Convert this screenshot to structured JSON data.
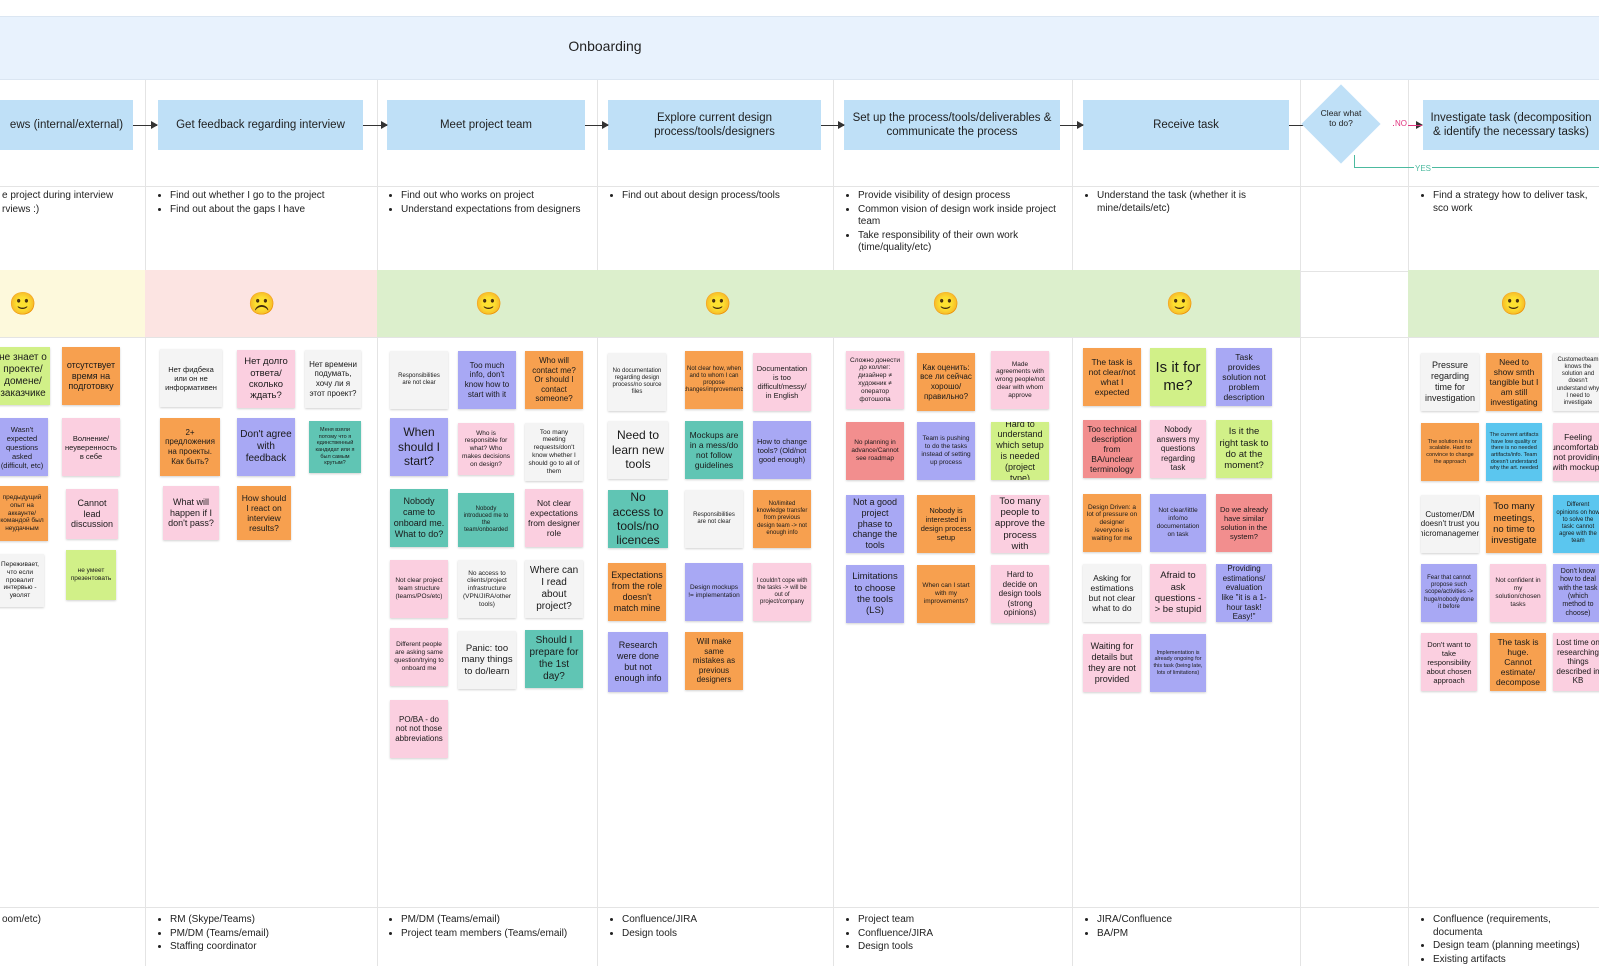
{
  "phase": {
    "title": "Onboarding"
  },
  "decision": {
    "label": "Clear what to do?",
    "no_label": "NO",
    "yes_label": "YES"
  },
  "steps": [
    {
      "label": "ews (internal/external)"
    },
    {
      "label": "Get feedback regarding interview"
    },
    {
      "label": "Meet project team"
    },
    {
      "label": "Explore current design process/tools/designers"
    },
    {
      "label": "Set up the process/tools/deliverables & communicate the process"
    },
    {
      "label": "Receive task"
    },
    {
      "label": "Investigate task (decomposition & identify the necessary tasks)"
    }
  ],
  "goals": [
    [
      "e project during interview",
      "rviews :)"
    ],
    [
      "Find out whether I go to the project",
      "Find out about the gaps I have"
    ],
    [
      "Find out who works on project",
      "Understand expectations from designers"
    ],
    [
      "Find out about design process/tools"
    ],
    [
      "Provide visibility of design process",
      "Common vision of design work inside project team",
      "Take responsibility of their own work (time/quality/etc)"
    ],
    [
      "Understand the task (whether it is mine/details/etc)"
    ],
    [],
    [
      "Find a strategy how to deliver task, sco work"
    ]
  ],
  "emotions": [
    "🙂",
    "☹️",
    "🙂",
    "🙂",
    "🙂",
    "🙂",
    "🙂"
  ],
  "colors": {
    "yellow_bg": "#fdf9dc",
    "red_bg": "#fce4e2",
    "green_bg": "#dcefcc",
    "orange": "#f7a04f",
    "pink": "#fbcfe0",
    "violet": "#a8a8f4",
    "teal": "#60c5b4",
    "lime": "#d1f088",
    "white": "#f4f4f4",
    "salmon": "#f28e8e",
    "cyan": "#5bc6ef",
    "decision_line": "#e0337e",
    "yes_line": "#4cba9f"
  },
  "notes": [
    {
      "text": "не знает о проекте/ домене/ заказчике"
    },
    {
      "text": "отсутствует время на подготовку"
    },
    {
      "text": "Wasn't expected questions asked (difficult, etc)"
    },
    {
      "text": "Волнение/ неуверенность в себе"
    },
    {
      "text": "предыдущий опыт на аккаунте/ командой был неудачным"
    },
    {
      "text": "Cannot lead discussion"
    },
    {
      "text": "Переживает, что если провалит интервью - уволят"
    },
    {
      "text": "не умеет презентовать"
    },
    {
      "text": "Нет фидбека или он не информативен"
    },
    {
      "text": "Нет долго ответа/ сколько ждать?"
    },
    {
      "text": "Нет времени подумать, хочу ли я этот проект?"
    },
    {
      "text": "2+ предложения на проекты. Как быть?"
    },
    {
      "text": "Don't agree with feedback"
    },
    {
      "text": "Меня взяли потому что я единственный кандидат или я был самым крутым?"
    },
    {
      "text": "What will happen if I don't pass?"
    },
    {
      "text": "How should I react on interview results?"
    },
    {
      "text": "Responsibilities are not clear"
    },
    {
      "text": "Too much info, don't know how to start with it"
    },
    {
      "text": "Who will contact me? Or should I contact someone?"
    },
    {
      "text": "When should I start?"
    },
    {
      "text": "Who is responsible for what? Who makes decisions on design?"
    },
    {
      "text": "Too many meeting requests/don't know whether I should go to all of them"
    },
    {
      "text": "Nobody came to onboard me. What to do?"
    },
    {
      "text": "Nobody introduced me to the team/onboarded"
    },
    {
      "text": "Not clear expectations from designer role"
    },
    {
      "text": "Not clear project team structure (teams/POs/etc)"
    },
    {
      "text": "No access to clients/project infrastructure (VPN/JIRA/other tools)"
    },
    {
      "text": "Where can I read about project?"
    },
    {
      "text": "Different people are asking same question/trying to onboard me"
    },
    {
      "text": "Panic: too many things to do/learn"
    },
    {
      "text": "Should I prepare for the 1st day?"
    },
    {
      "text": "PO/BA - do not not those abbreviations"
    },
    {
      "text": "No documentation regarding design process/no source files"
    },
    {
      "text": "Not clear how, when and to whom I can propose changes/improvements"
    },
    {
      "text": "Documentation is too difficult/messy/ in English"
    },
    {
      "text": "Need to learn new tools"
    },
    {
      "text": "Mockups are in a mess/do not follow guidelines"
    },
    {
      "text": "How to change tools? (Old/not good enough)"
    },
    {
      "text": "No access to tools/no licences"
    },
    {
      "text": "Responsibilities are not clear"
    },
    {
      "text": "No/limited knowledge transfer from previous design team -> not enough info"
    },
    {
      "text": "Expectations from the role doesn't match mine"
    },
    {
      "text": "Design mockups != implementation"
    },
    {
      "text": "I couldn't cope with the tasks -> will be out of project/company"
    },
    {
      "text": "Research were done but not enough info"
    },
    {
      "text": "Will make same mistakes as previous designers"
    },
    {
      "text": "Сложно донести до коллег: дизайнер ≠ художник ≠ оператор фотошопа"
    },
    {
      "text": "Как оценить: все ли сейчас хорошо/ правильно?"
    },
    {
      "text": "Made agreements with wrong people/not clear with whom approve"
    },
    {
      "text": "No planning in advance/Cannot see roadmap"
    },
    {
      "text": "Team is pushing to do the tasks instead of setting up process"
    },
    {
      "text": "Hard to understand which setup is needed (project type)"
    },
    {
      "text": "Not a good project phase to change the tools"
    },
    {
      "text": "Nobody is interested in design process setup"
    },
    {
      "text": "Too many people to approve the process with"
    },
    {
      "text": "Limitations to choose the tools (LS)"
    },
    {
      "text": "When can I start with my improvements?"
    },
    {
      "text": "Hard to decide on design tools (strong opinions)"
    },
    {
      "text": "The task is not clear/not what I expected"
    },
    {
      "text": "Is it for me?"
    },
    {
      "text": "Task provides solution not problem description"
    },
    {
      "text": "Too technical description from BA/unclear terminology"
    },
    {
      "text": "Nobody answers my questions regarding task"
    },
    {
      "text": "Is it the right task to do at the moment?"
    },
    {
      "text": "Design Driven: a lot of pressure on designer /everyone is waiting for me"
    },
    {
      "text": "Not clear/little info/no documentation on task"
    },
    {
      "text": "Do we already have similar solution in the system?"
    },
    {
      "text": "Asking for estimations but not clear what to do"
    },
    {
      "text": "Afraid to ask questions -> be stupid"
    },
    {
      "text": "Providing estimations/ evaluation like \"it is a 1-hour task! Easy!\""
    },
    {
      "text": "Waiting for details but they are not provided"
    },
    {
      "text": "Implementation is already ongoing for this task (being late, lots of limitations)"
    },
    {
      "text": "Pressure regarding time for investigation"
    },
    {
      "text": "Need to show smth tangible but I am still investigating"
    },
    {
      "text": "Customer/team knows the solution and doesn't understand why I need to investigate"
    },
    {
      "text": "The solution is not scalable. Hard to convince to change the approach"
    },
    {
      "text": "The current artifacts have low quality or there is no needed artifacts/info. Team doesn't understand why the art. needed"
    },
    {
      "text": "Feeling uncomfortable not providing with mockups"
    },
    {
      "text": "Customer/DM doesn't trust you (micromanagement)"
    },
    {
      "text": "Too many meetings, no time to investigate"
    },
    {
      "text": "Different opinions on how to solve the task: cannot agree with the team"
    },
    {
      "text": "Fear that cannot propose such scope/activities -> huge/nobody done it before"
    },
    {
      "text": "Not confident in my solution/chosen tasks"
    },
    {
      "text": "Don't know how to deal with the task (which method to choose)"
    },
    {
      "text": "Don't want to take responsibility about chosen approach"
    },
    {
      "text": "The task is huge. Cannot estimate/ decompose"
    },
    {
      "text": "Lost time on researching things described in KB"
    }
  ],
  "channels": [
    [
      "oom/etc)"
    ],
    [
      "RM (Skype/Teams)",
      "PM/DM (Teams/email)",
      "Staffing coordinator"
    ],
    [
      "PM/DM (Teams/email)",
      "Project team members (Teams/email)"
    ],
    [
      "Confluence/JIRA",
      "Design tools"
    ],
    [
      "Project team",
      "Confluence/JIRA",
      "Design tools"
    ],
    [
      "JIRA/Confluence",
      "BA/PM"
    ],
    [],
    [
      "Confluence (requirements, documenta",
      "Design team (planning meetings)",
      "Existing artifacts"
    ]
  ]
}
